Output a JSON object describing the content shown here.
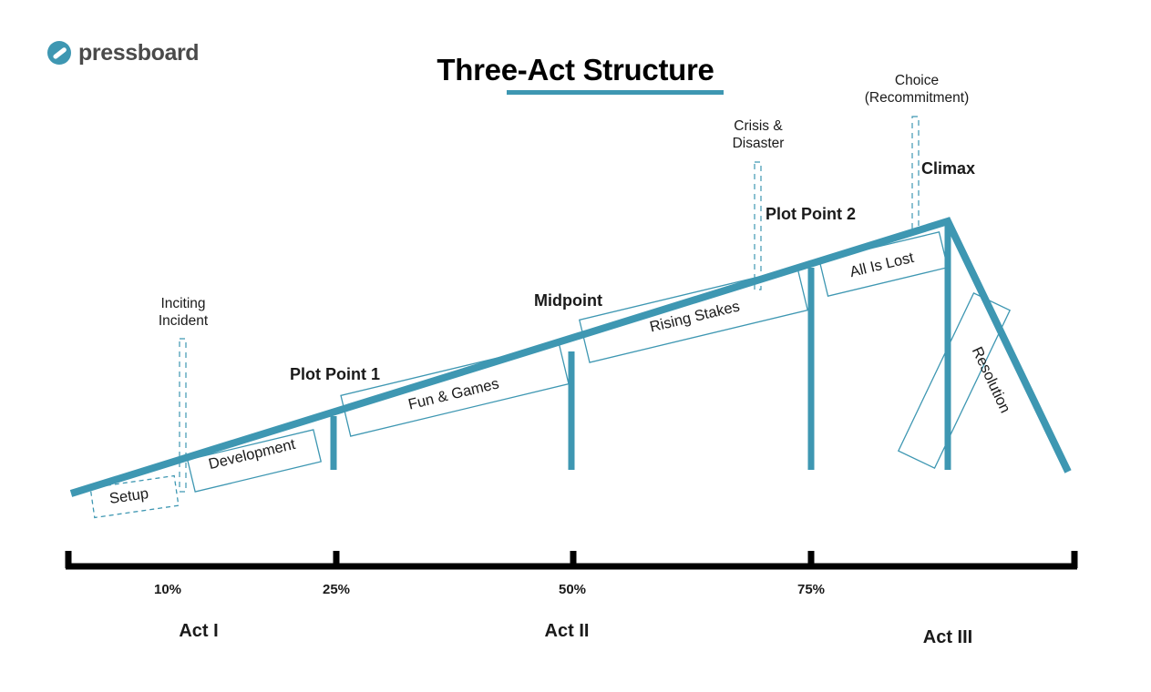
{
  "brand": {
    "logo_text": "pressboard",
    "accent_color": "#3E97B2",
    "logo_mark_name": "pressboard-circle-logo"
  },
  "header": {
    "title": "Three-Act Structure"
  },
  "diagram": {
    "type": "story-structure-arc",
    "stage_markers": [
      {
        "id": "inciting-incident",
        "label": "Inciting Incident",
        "line1": "Inciting",
        "line2": "Incident",
        "style": "plain",
        "connector": "dashed",
        "x_pct": 10
      },
      {
        "id": "plot-point-1",
        "label": "Plot Point 1",
        "style": "bold",
        "connector": "solid",
        "x_pct": 25
      },
      {
        "id": "midpoint",
        "label": "Midpoint",
        "style": "bold",
        "connector": "solid",
        "x_pct": 50
      },
      {
        "id": "crisis-disaster",
        "label": "Crisis & Disaster",
        "line1": "Crisis &",
        "line2": "Disaster",
        "style": "plain",
        "connector": "dashed",
        "x_pct": 68
      },
      {
        "id": "plot-point-2",
        "label": "Plot Point 2",
        "style": "bold",
        "connector": "solid",
        "x_pct": 75
      },
      {
        "id": "choice-recommitment",
        "label": "Choice (Recommitment)",
        "line1": "Choice",
        "line2": "(Recommitment)",
        "style": "plain",
        "connector": "dashed",
        "x_pct": 88
      },
      {
        "id": "climax",
        "label": "Climax",
        "style": "bold",
        "connector": "solid",
        "x_pct": 90
      }
    ],
    "segments": [
      {
        "id": "setup",
        "label": "Setup",
        "border": "dashed"
      },
      {
        "id": "development",
        "label": "Development",
        "border": "solid"
      },
      {
        "id": "fun-and-games",
        "label": "Fun & Games",
        "border": "solid"
      },
      {
        "id": "rising-stakes",
        "label": "Rising Stakes",
        "border": "solid"
      },
      {
        "id": "all-is-lost",
        "label": "All Is Lost",
        "border": "solid"
      },
      {
        "id": "resolution",
        "label": "Resolution",
        "border": "solid"
      }
    ]
  },
  "axis": {
    "ticks": [
      {
        "label": "10%",
        "value": 10,
        "has_tick_mark": false
      },
      {
        "label": "25%",
        "value": 25,
        "has_tick_mark": true
      },
      {
        "label": "50%",
        "value": 50,
        "has_tick_mark": true
      },
      {
        "label": "75%",
        "value": 75,
        "has_tick_mark": true
      }
    ],
    "acts": [
      {
        "label": "Act I"
      },
      {
        "label": "Act II"
      },
      {
        "label": "Act III"
      }
    ]
  }
}
